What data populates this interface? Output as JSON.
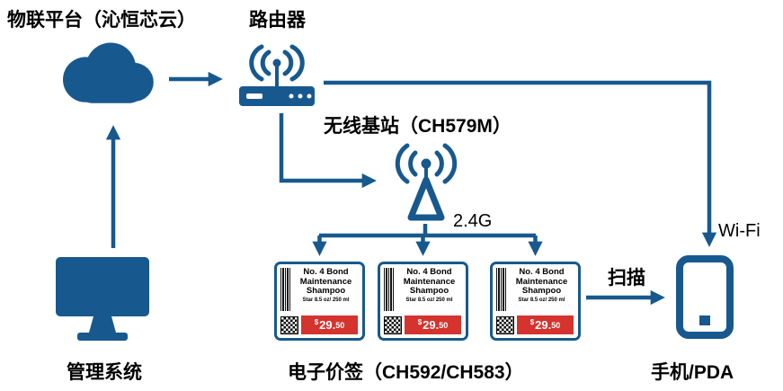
{
  "colors": {
    "primary": "#17598e",
    "price_red": "#d5332d",
    "background": "#ffffff"
  },
  "labels": {
    "cloud": "物联平台（沁恒芯云）",
    "router": "路由器",
    "basestation": "无线基站（CH579M）",
    "esl": "电子价签（CH592/CH583）",
    "pc": "管理系统",
    "phone": "手机/PDA",
    "rf": "2.4G",
    "wifi": "Wi-Fi",
    "scan": "扫描"
  },
  "price_tag": {
    "title_line1": "No. 4 Bond",
    "title_line2": "Maintenance",
    "title_line3": "Shampoo",
    "subtitle": "Star 8.5 oz/ 250 ml",
    "currency": "$",
    "price_main": "29.",
    "price_cents": "50"
  },
  "icons": {
    "cloud": "cloud",
    "router": "wireless-router",
    "basestation": "antenna-tower",
    "pc": "desktop-monitor",
    "phone": "smartphone",
    "barcode": "barcode",
    "qr": "qr-code"
  }
}
